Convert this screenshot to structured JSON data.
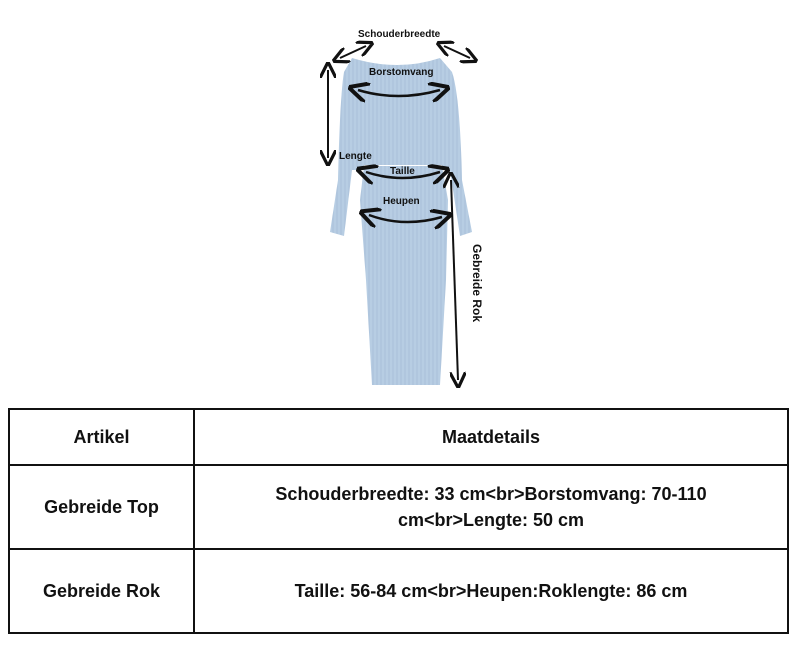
{
  "figure": {
    "garment_color": "#b7cde3",
    "labels": {
      "shoulder": "Schouderbreedte",
      "bust": "Borstomvang",
      "length": "Lengte",
      "waist": "Taille",
      "hips": "Heupen",
      "skirt": "Gebreide Rok"
    }
  },
  "table": {
    "headers": [
      "Artikel",
      "Maatdetails"
    ],
    "rows": [
      {
        "item": "Gebreide Top",
        "details": "Schouderbreedte: 33 cm<br>Borstomvang: 70-110 cm<br>Lengte: 50 cm"
      },
      {
        "item": "Gebreide Rok",
        "details": "Taille: 56-84 cm<br>Heupen:Roklengte: 86 cm"
      }
    ]
  }
}
